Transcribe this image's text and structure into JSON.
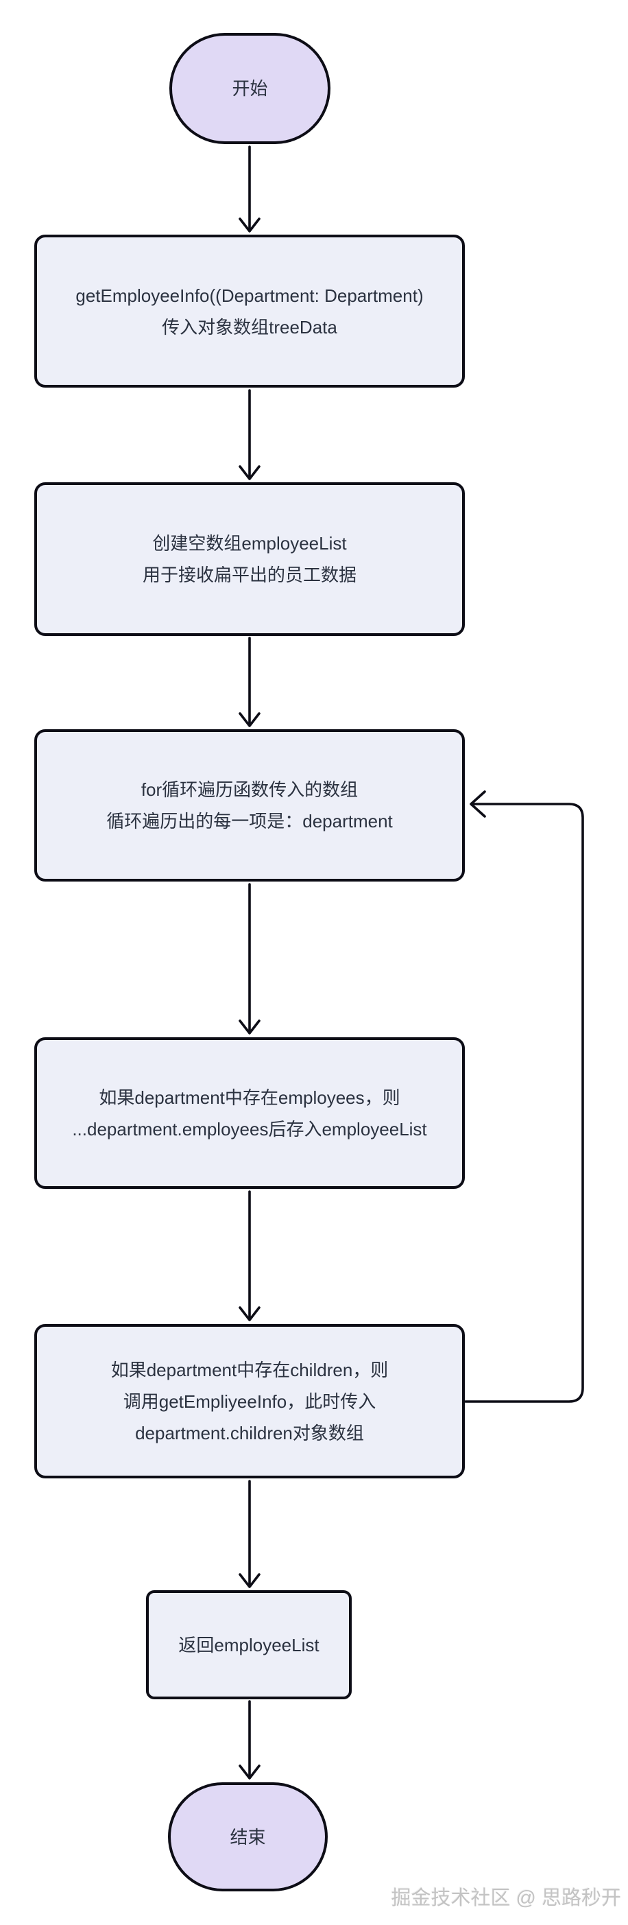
{
  "diagram": {
    "type": "flowchart",
    "colors": {
      "terminal_fill": "#e0d9f5",
      "process_fill": "#edeff8",
      "border": "#0d0d16",
      "text": "#2b3240"
    },
    "nodes": {
      "start": {
        "label": "开始"
      },
      "step1": {
        "line1": "getEmployeeInfo((Department: Department)",
        "line2": "传入对象数组treeData"
      },
      "step2": {
        "line1": "创建空数组employeeList",
        "line2": "用于接收扁平出的员工数据"
      },
      "step3": {
        "line1": "for循环遍历函数传入的数组",
        "line2": "循环遍历出的每一项是：department"
      },
      "step4": {
        "line1": "如果department中存在employees，则",
        "line2": "...department.employees后存入employeeList"
      },
      "step5": {
        "line1": "如果department中存在children，则",
        "line2": "调用getEmpliyeeInfo，此时传入",
        "line3": "department.children对象数组"
      },
      "step6": {
        "label": "返回employeeList"
      },
      "end": {
        "label": "结束"
      }
    },
    "edges": [
      {
        "from": "start",
        "to": "step1"
      },
      {
        "from": "step1",
        "to": "step2"
      },
      {
        "from": "step2",
        "to": "step3"
      },
      {
        "from": "step3",
        "to": "step4"
      },
      {
        "from": "step4",
        "to": "step5"
      },
      {
        "from": "step5",
        "to": "step6"
      },
      {
        "from": "step6",
        "to": "end"
      },
      {
        "from": "step5",
        "to": "step3",
        "kind": "loop-back"
      }
    ],
    "watermark": "掘金技术社区 @ 思路秒开"
  }
}
